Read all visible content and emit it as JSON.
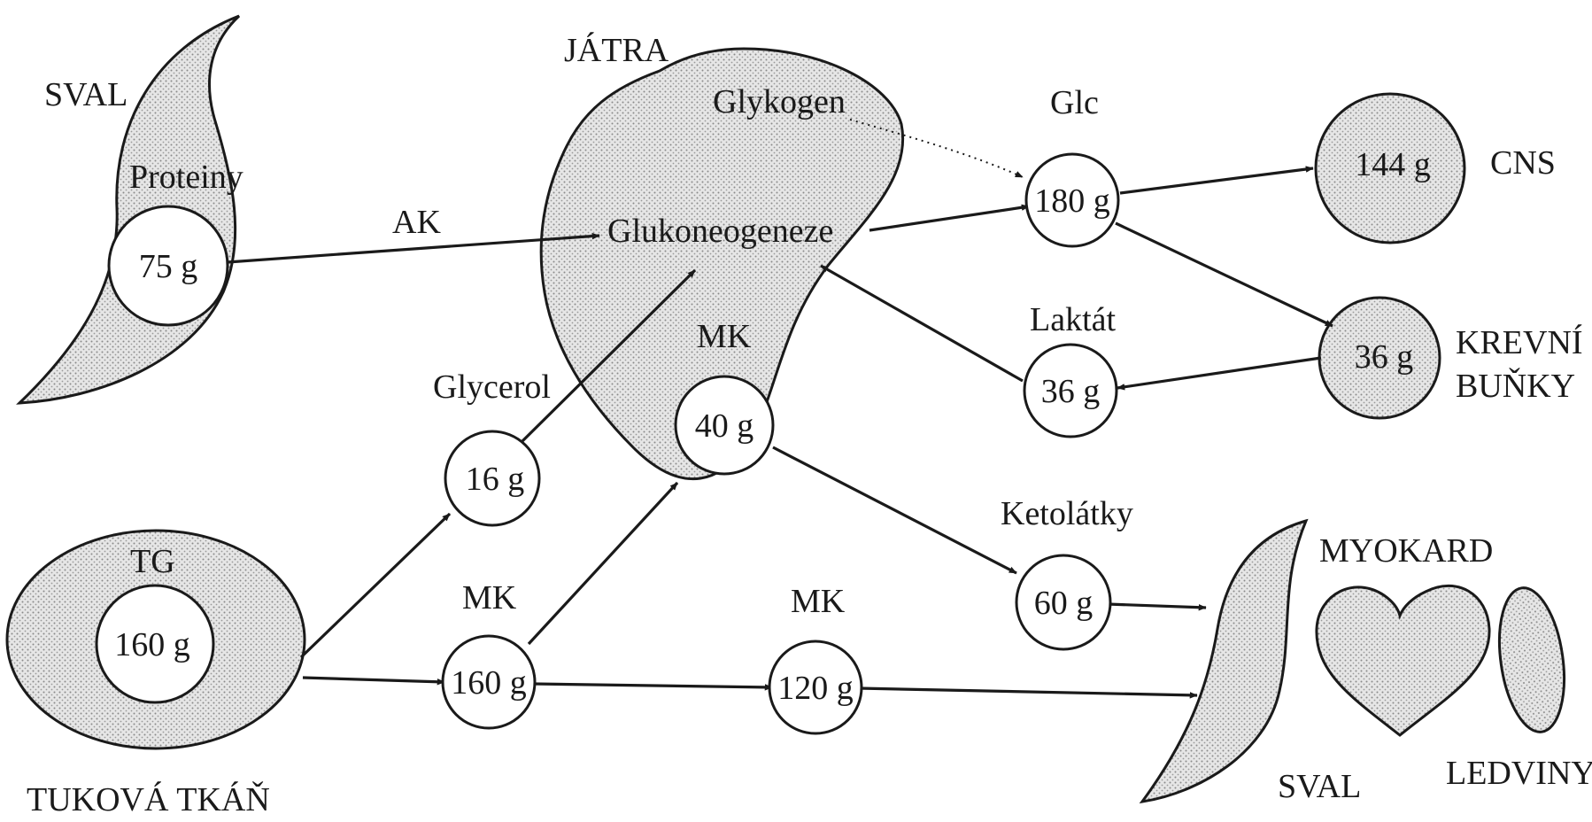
{
  "diagram": {
    "organs": {
      "sval_top": "SVAL",
      "jatra": "JÁTRA",
      "tukova_tkan": "TUKOVÁ TKÁŇ",
      "cns": "CNS",
      "krevni_1": "KREVNÍ",
      "krevni_2": "BUŇKY",
      "myokard": "MYOKARD",
      "sval_bottom": "SVAL",
      "ledviny": "LEDVINY"
    },
    "labels": {
      "proteiny": "Proteiny",
      "ak": "AK",
      "glykogen": "Glykogen",
      "glukoneogeneze": "Glukoneogeneze",
      "glc": "Glc",
      "laktat": "Laktát",
      "mk_liver": "MK",
      "glycerol": "Glycerol",
      "tg": "TG",
      "mk_adipose": "MK",
      "mk_middle": "MK",
      "ketolatky": "Ketolátky"
    },
    "values": {
      "proteiny": "75 g",
      "glc": "180 g",
      "cns": "144 g",
      "krevni": "36 g",
      "laktat": "36 g",
      "mk_liver": "40 g",
      "glycerol": "16 g",
      "tg": "160 g",
      "mk_adipose": "160 g",
      "mk_middle": "120 g",
      "ketolatky": "60 g"
    }
  }
}
